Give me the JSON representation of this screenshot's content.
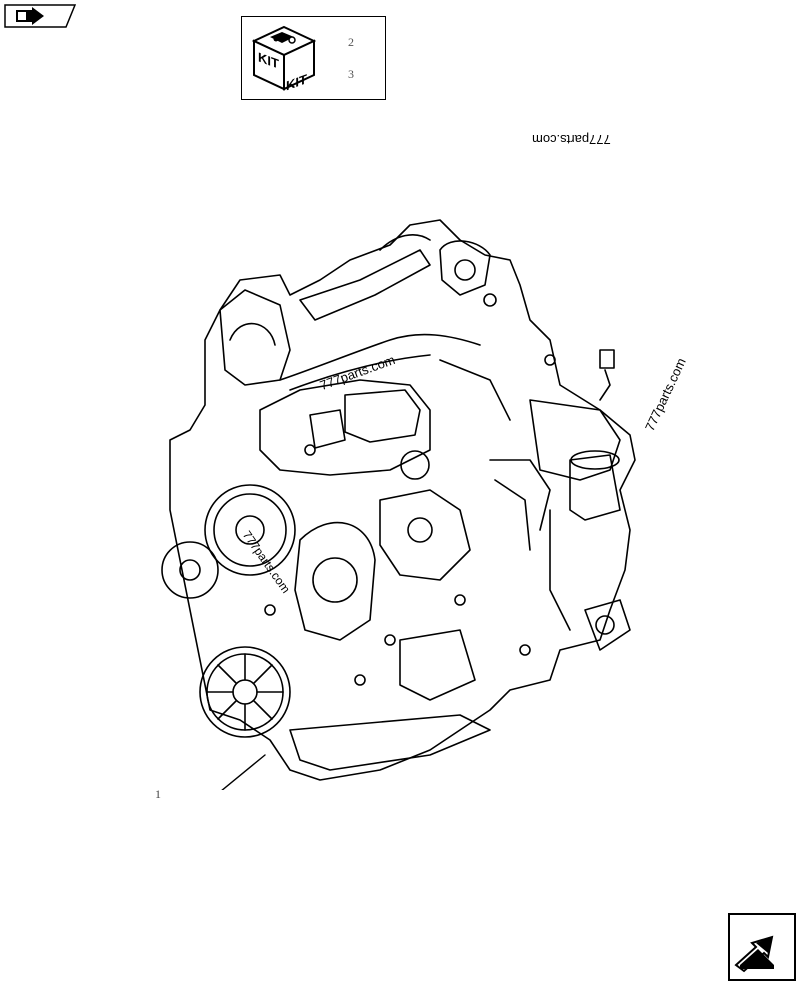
{
  "kit_box": {
    "icon_label_left": "KIT",
    "icon_label_right": "KIT",
    "items": [
      "2",
      "3"
    ]
  },
  "watermarks": {
    "top": "777parts.com",
    "right": "777parts.com",
    "center": "777parts.com",
    "pulley": "777parts.com"
  },
  "callouts": {
    "engine": "1"
  },
  "icons": {
    "previous": "previous-page-arrow-icon",
    "next": "next-page-arrow-icon",
    "kit": "kit-box-icon"
  }
}
